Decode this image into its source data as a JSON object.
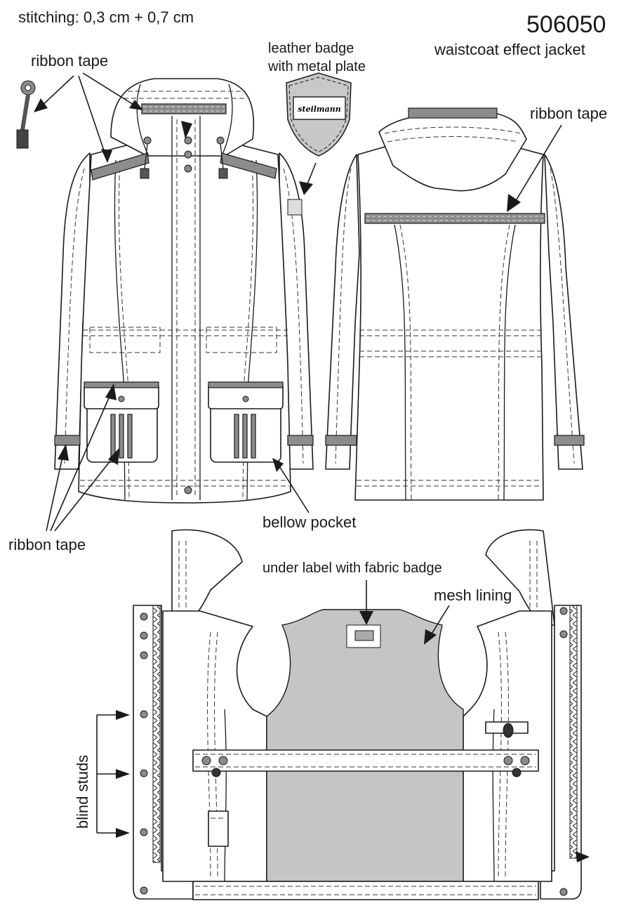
{
  "header": {
    "stitching": "stitching: 0,3 cm + 0,7 cm",
    "model_number": "506050",
    "model_name": "waistcoat effect jacket"
  },
  "labels": {
    "ribbon_tape_top_left": "ribbon tape",
    "leather_badge_line1": "leather badge",
    "leather_badge_line2": "with metal plate",
    "badge_text": "steilmann",
    "ribbon_tape_back": "ribbon tape",
    "bellow_pocket": "bellow pocket",
    "ribbon_tape_bottom_left": "ribbon tape",
    "under_label": "under label with fabric badge",
    "mesh_lining": "mesh lining",
    "blind_studs": "blind studs"
  },
  "colors": {
    "line": "#1a1a1a",
    "tape": "#8c8c8c",
    "mesh": "#c5c5c5",
    "stud": "#8a8a8a",
    "background": "#ffffff"
  }
}
